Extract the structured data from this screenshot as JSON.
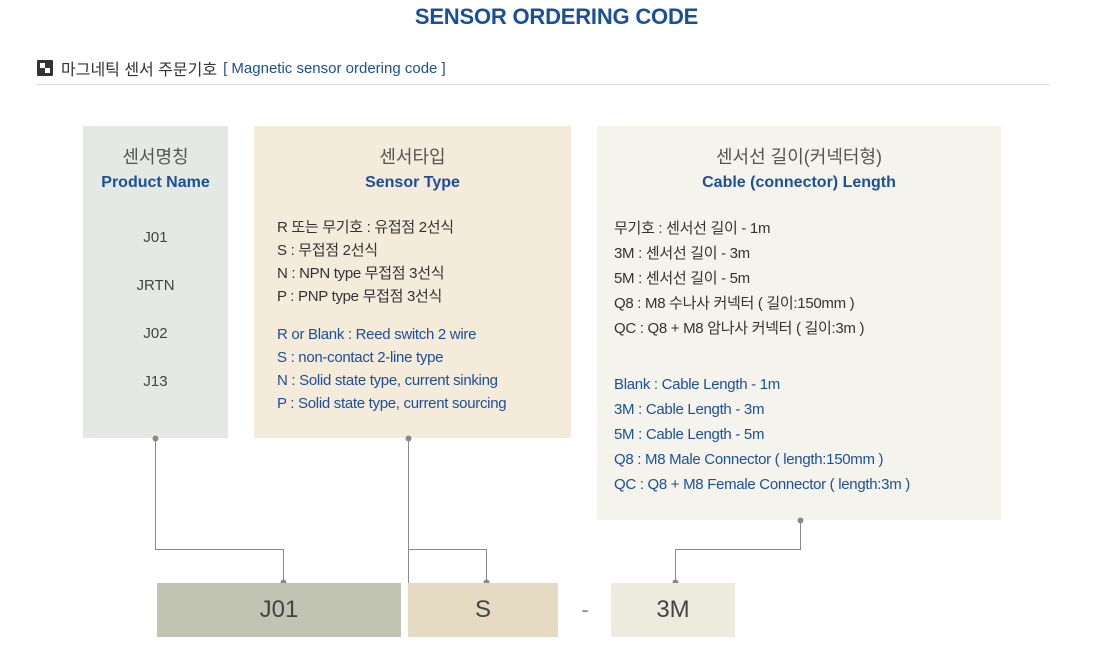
{
  "page": {
    "title": "SENSOR ORDERING CODE"
  },
  "section": {
    "title_ko": "마그네틱 센서 주문기호",
    "title_en": "[ Magnetic sensor ordering code ]",
    "icon": "square-dots-icon"
  },
  "product_name": {
    "title_ko": "센서명칭",
    "title_en": "Product Name",
    "items": [
      "J01",
      "JRTN",
      "J02",
      "J13"
    ]
  },
  "sensor_type": {
    "title_ko": "센서타입",
    "title_en": "Sensor Type",
    "lines_ko": [
      "R 또는 무기호 : 유접점 2선식",
      "S : 무접점 2선식",
      "N : NPN type 무접점 3선식",
      "P : PNP type 무접점 3선식"
    ],
    "lines_en": [
      "R or Blank : Reed switch 2 wire",
      "S : non-contact 2-line type",
      "N : Solid state type, current sinking",
      "P : Solid state type, current sourcing"
    ]
  },
  "cable_length": {
    "title_ko": "센서선 길이(커넥터형)",
    "title_en": "Cable (connector) Length",
    "lines_ko": [
      "무기호 : 센서선 길이 - 1m",
      "3M : 센서선 길이 - 3m",
      "5M : 센서선 길이 - 5m",
      "Q8 : M8 수나사 커넥터 ( 길이:150mm )",
      "QC : Q8 + M8 암나사 커넥터 ( 길이:3m )"
    ],
    "lines_en": [
      "Blank : Cable Length - 1m",
      "3M : Cable Length - 3m",
      "5M : Cable Length - 5m",
      "Q8 : M8 Male Connector ( length:150mm )",
      "QC : Q8 + M8 Female Connector ( length:3m )"
    ]
  },
  "example_code": {
    "product": "J01",
    "sensor": "S",
    "separator": "-",
    "cable": "3M"
  },
  "colors": {
    "title_blue": "#1b4f9c",
    "product_box": "#e4e9e4",
    "sensor_box": "#f4ebdb",
    "cable_box": "#f5f4ec",
    "connector_line": "#8a8a8a"
  }
}
